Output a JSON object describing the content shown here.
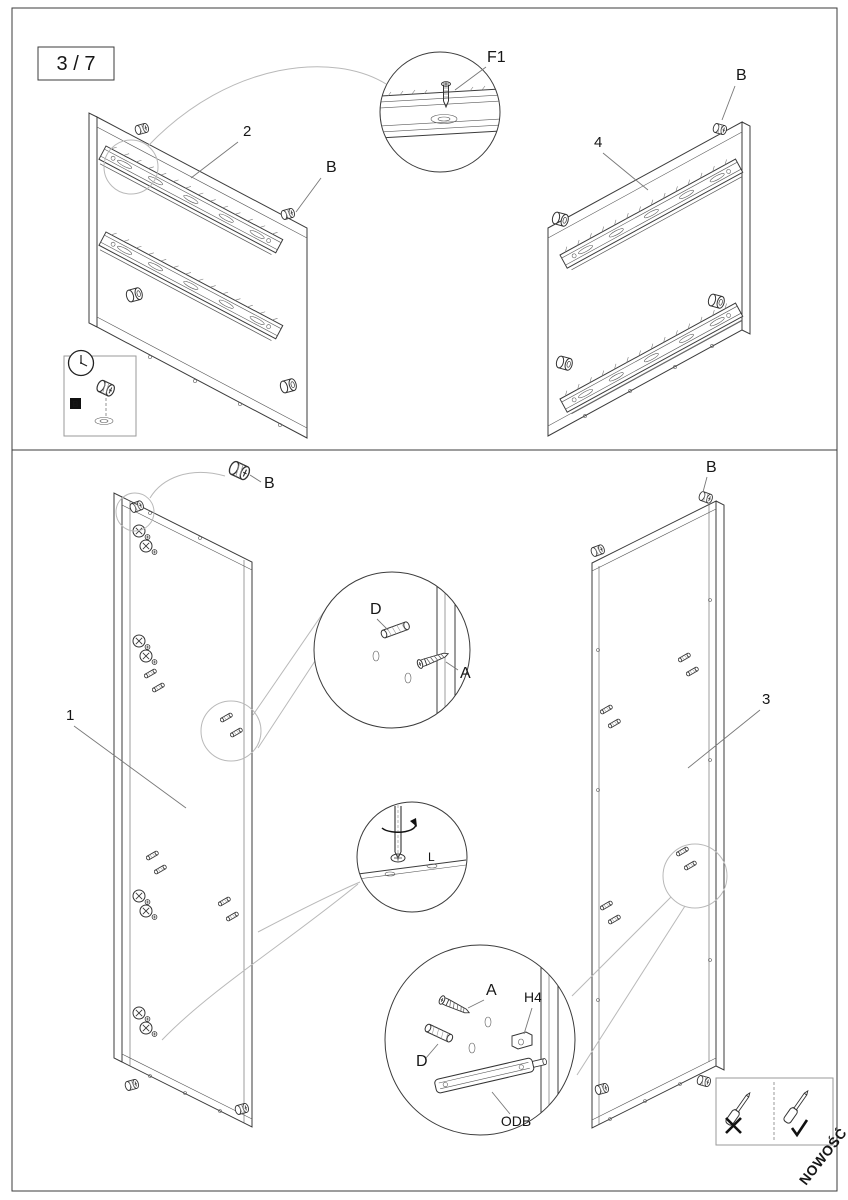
{
  "page": {
    "number": "3 / 7",
    "badge": {
      "text": "NOWOŚĆ",
      "color": "#e8380c"
    }
  },
  "top": {
    "detail_f1": {
      "label": "F1"
    },
    "panel_left": {
      "number": "2",
      "cam": "B"
    },
    "panel_right": {
      "number": "4",
      "cam": "B"
    },
    "inset": {
      "part": "B"
    }
  },
  "bottom": {
    "panel_left": {
      "number": "1",
      "cam": "B"
    },
    "panel_right": {
      "number": "3",
      "cam": "B"
    },
    "detail_dowel": {
      "dowel": "D",
      "screw": "A"
    },
    "detail_cam_tool": {
      "label": "L"
    },
    "detail_damper": {
      "screw": "A",
      "bracket": "H4",
      "dowel": "D",
      "damper": "ODB"
    }
  },
  "icons": {
    "clock": "clock-icon",
    "wrong": "x-mark-icon",
    "ok": "check-mark-icon",
    "tool_left": "screwdriver-icon",
    "tool_right": "screwdriver-icon",
    "cam": "cam-lock-icon",
    "dowel": "dowel-icon",
    "rail": "drawer-slide-rail",
    "hinge": "cam-housing-icon"
  }
}
